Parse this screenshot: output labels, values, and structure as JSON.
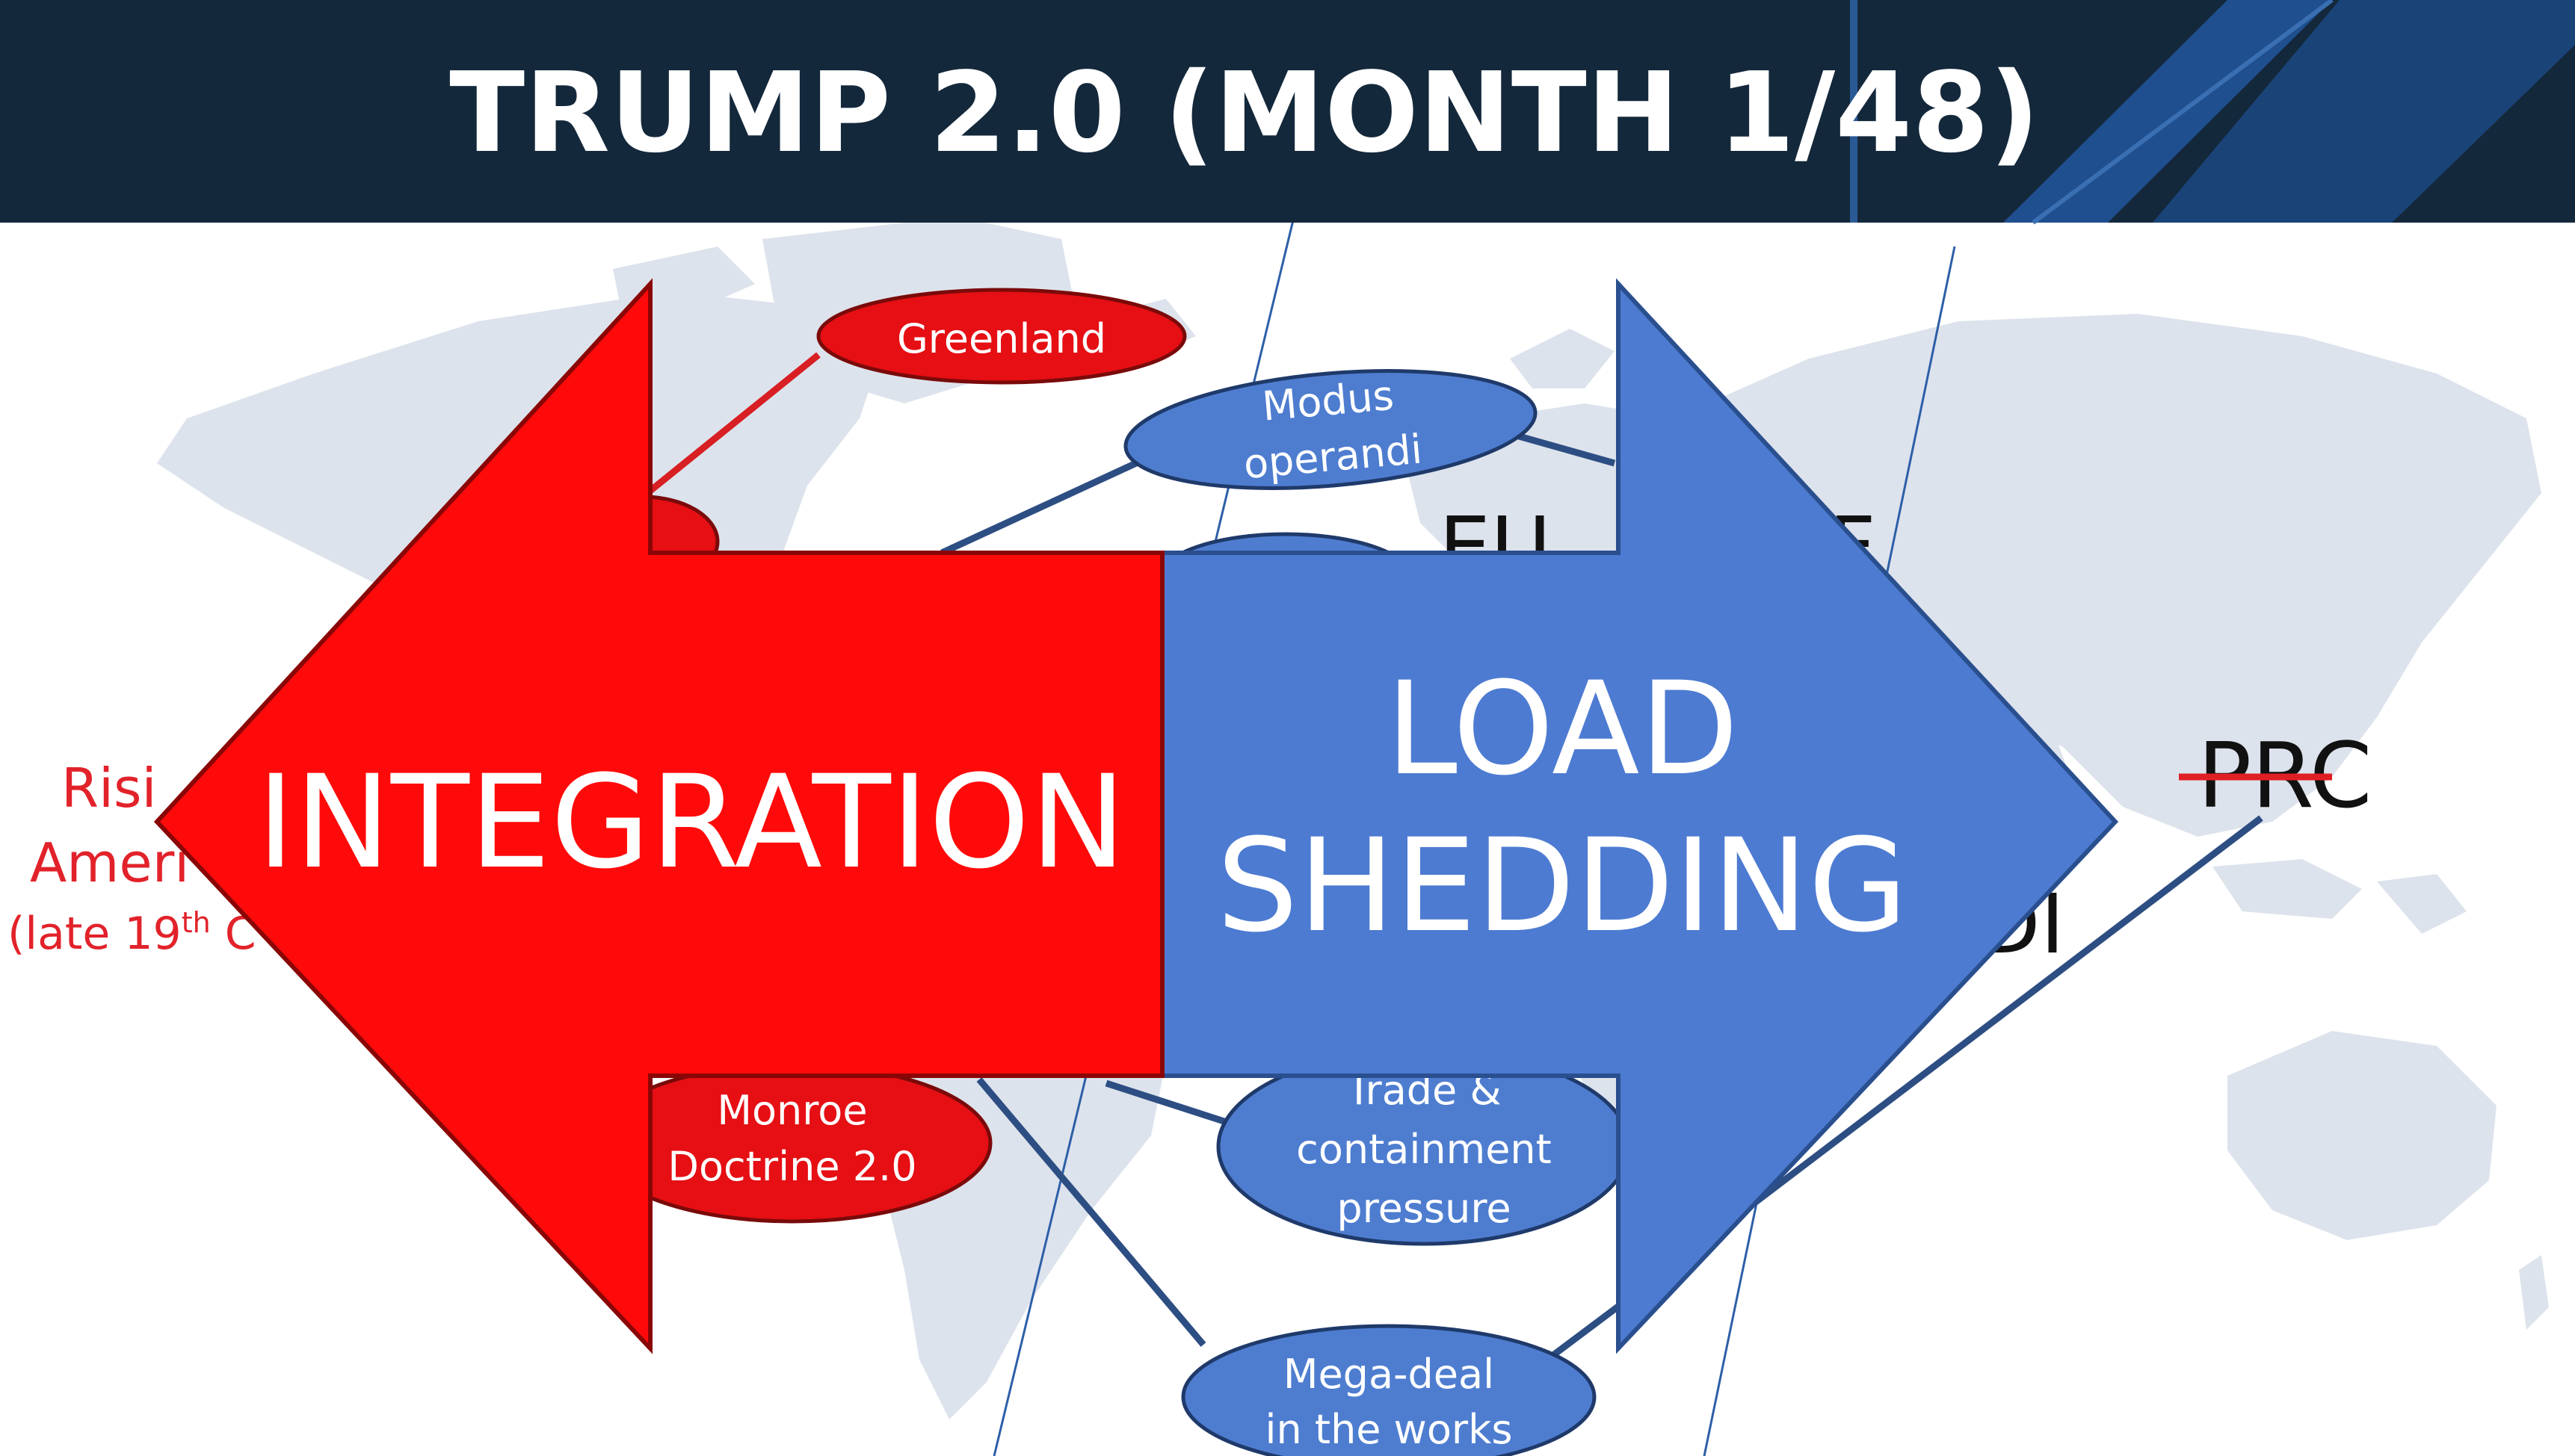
{
  "title": "TRUMP 2.0 (MONTH 1/48)",
  "colors": {
    "title_bar": "#14283b",
    "accent_blue": "#1f4f8e",
    "integration_red": "#ff0a0a",
    "ellipse_red": "#e50f14",
    "load_blue": "#4d7bd1",
    "ellipse_blue": "#4e7dd0",
    "connector_blue": "#2d4e83",
    "connector_red": "#d81f24",
    "map_gray": "#dde3ec",
    "side_text_red": "#e2222a"
  },
  "arrows": {
    "left": {
      "label": "INTEGRATION"
    },
    "right": {
      "line1": "LOAD",
      "line2": "SHEDDING"
    }
  },
  "ellipses": {
    "greenland": "Greenland",
    "modus": {
      "line1": "Modus",
      "line2": "operandi"
    },
    "monroe": {
      "line1": "Monroe",
      "line2": "Doctrine 2.0"
    },
    "trade": {
      "line1": "Trade &",
      "line2": "containment",
      "line3": "pressure"
    },
    "megadeal": {
      "line1": "Mega-deal",
      "line2": "in the works"
    }
  },
  "side_text": {
    "rising_partial": "Risi",
    "america_partial": "Ameri",
    "late_partial": "(late 19",
    "late_sup": "th",
    "late_tail": " C",
    "eu_partial": "EU",
    "rf_partial": "RF",
    "prc": "PRC",
    "di_partial": "DI"
  }
}
